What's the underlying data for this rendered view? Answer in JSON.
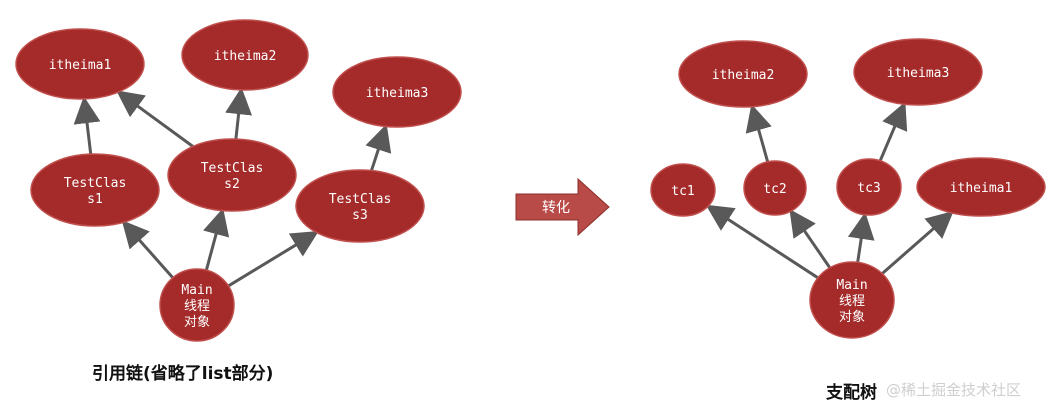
{
  "colors": {
    "node_fill": "#a52a2a",
    "node_stroke": "#c0504d",
    "edge": "#595959",
    "arrow_fill": "#b84a47"
  },
  "left": {
    "nodes": [
      {
        "id": "L1",
        "lines": [
          "itheima1"
        ]
      },
      {
        "id": "L2",
        "lines": [
          "itheima2"
        ]
      },
      {
        "id": "L3",
        "lines": [
          "itheima3"
        ]
      },
      {
        "id": "LT1",
        "lines": [
          "TestClas",
          "s1"
        ]
      },
      {
        "id": "LT2",
        "lines": [
          "TestClas",
          "s2"
        ]
      },
      {
        "id": "LT3",
        "lines": [
          "TestClas",
          "s3"
        ]
      },
      {
        "id": "LM",
        "lines": [
          "Main",
          "线程",
          "对象"
        ]
      }
    ],
    "edges": [
      [
        "LM",
        "LT1"
      ],
      [
        "LM",
        "LT2"
      ],
      [
        "LM",
        "LT3"
      ],
      [
        "LT1",
        "L1"
      ],
      [
        "LT2",
        "L1"
      ],
      [
        "LT2",
        "L2"
      ],
      [
        "LT3",
        "L3"
      ]
    ],
    "caption": "引用链(省略了list部分)"
  },
  "transform_arrow": {
    "label": "转化"
  },
  "right": {
    "nodes": [
      {
        "id": "R2",
        "lines": [
          "itheima2"
        ]
      },
      {
        "id": "R3",
        "lines": [
          "itheima3"
        ]
      },
      {
        "id": "RC1",
        "lines": [
          "tc1"
        ]
      },
      {
        "id": "RC2",
        "lines": [
          "tc2"
        ]
      },
      {
        "id": "RC3",
        "lines": [
          "tc3"
        ]
      },
      {
        "id": "R1",
        "lines": [
          "itheima1"
        ]
      },
      {
        "id": "RM",
        "lines": [
          "Main",
          "线程",
          "对象"
        ]
      }
    ],
    "edges": [
      [
        "RM",
        "RC1"
      ],
      [
        "RM",
        "RC2"
      ],
      [
        "RM",
        "RC3"
      ],
      [
        "RM",
        "R1"
      ],
      [
        "RC2",
        "R2"
      ],
      [
        "RC3",
        "R3"
      ]
    ],
    "caption": "支配树"
  },
  "watermark": "@稀土掘金技术社区"
}
